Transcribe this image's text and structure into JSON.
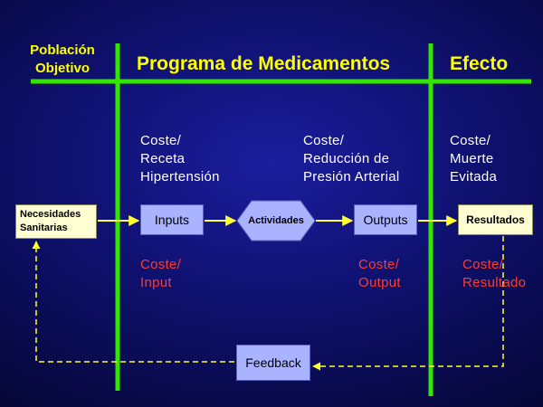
{
  "headers": {
    "poblacion": "Población\nObjetivo",
    "programa": "Programa de Medicamentos",
    "efecto": "Efecto"
  },
  "costs_top": {
    "receta": "Coste/\nReceta\nHipertensión",
    "reduccion": "Coste/\nReducción de\nPresión Arterial",
    "muerte": "Coste/\nMuerte\nEvitada"
  },
  "costs_bottom": {
    "input": "Coste/\nInput",
    "output": "Coste/\nOutput",
    "resultado": "Coste/\nResultado"
  },
  "nodes": {
    "necesidades": "Necesidades\nSanitarias",
    "inputs": "Inputs",
    "actividades": "Actividades",
    "outputs": "Outputs",
    "resultados": "Resultados",
    "feedback": "Feedback"
  },
  "colors": {
    "divider": "#33e600",
    "heading": "#ffff00",
    "arrow": "#ffff33",
    "cost_red": "#ff3b2e",
    "box_cream": "#fffed2",
    "box_blue": "#a9b3ff"
  }
}
